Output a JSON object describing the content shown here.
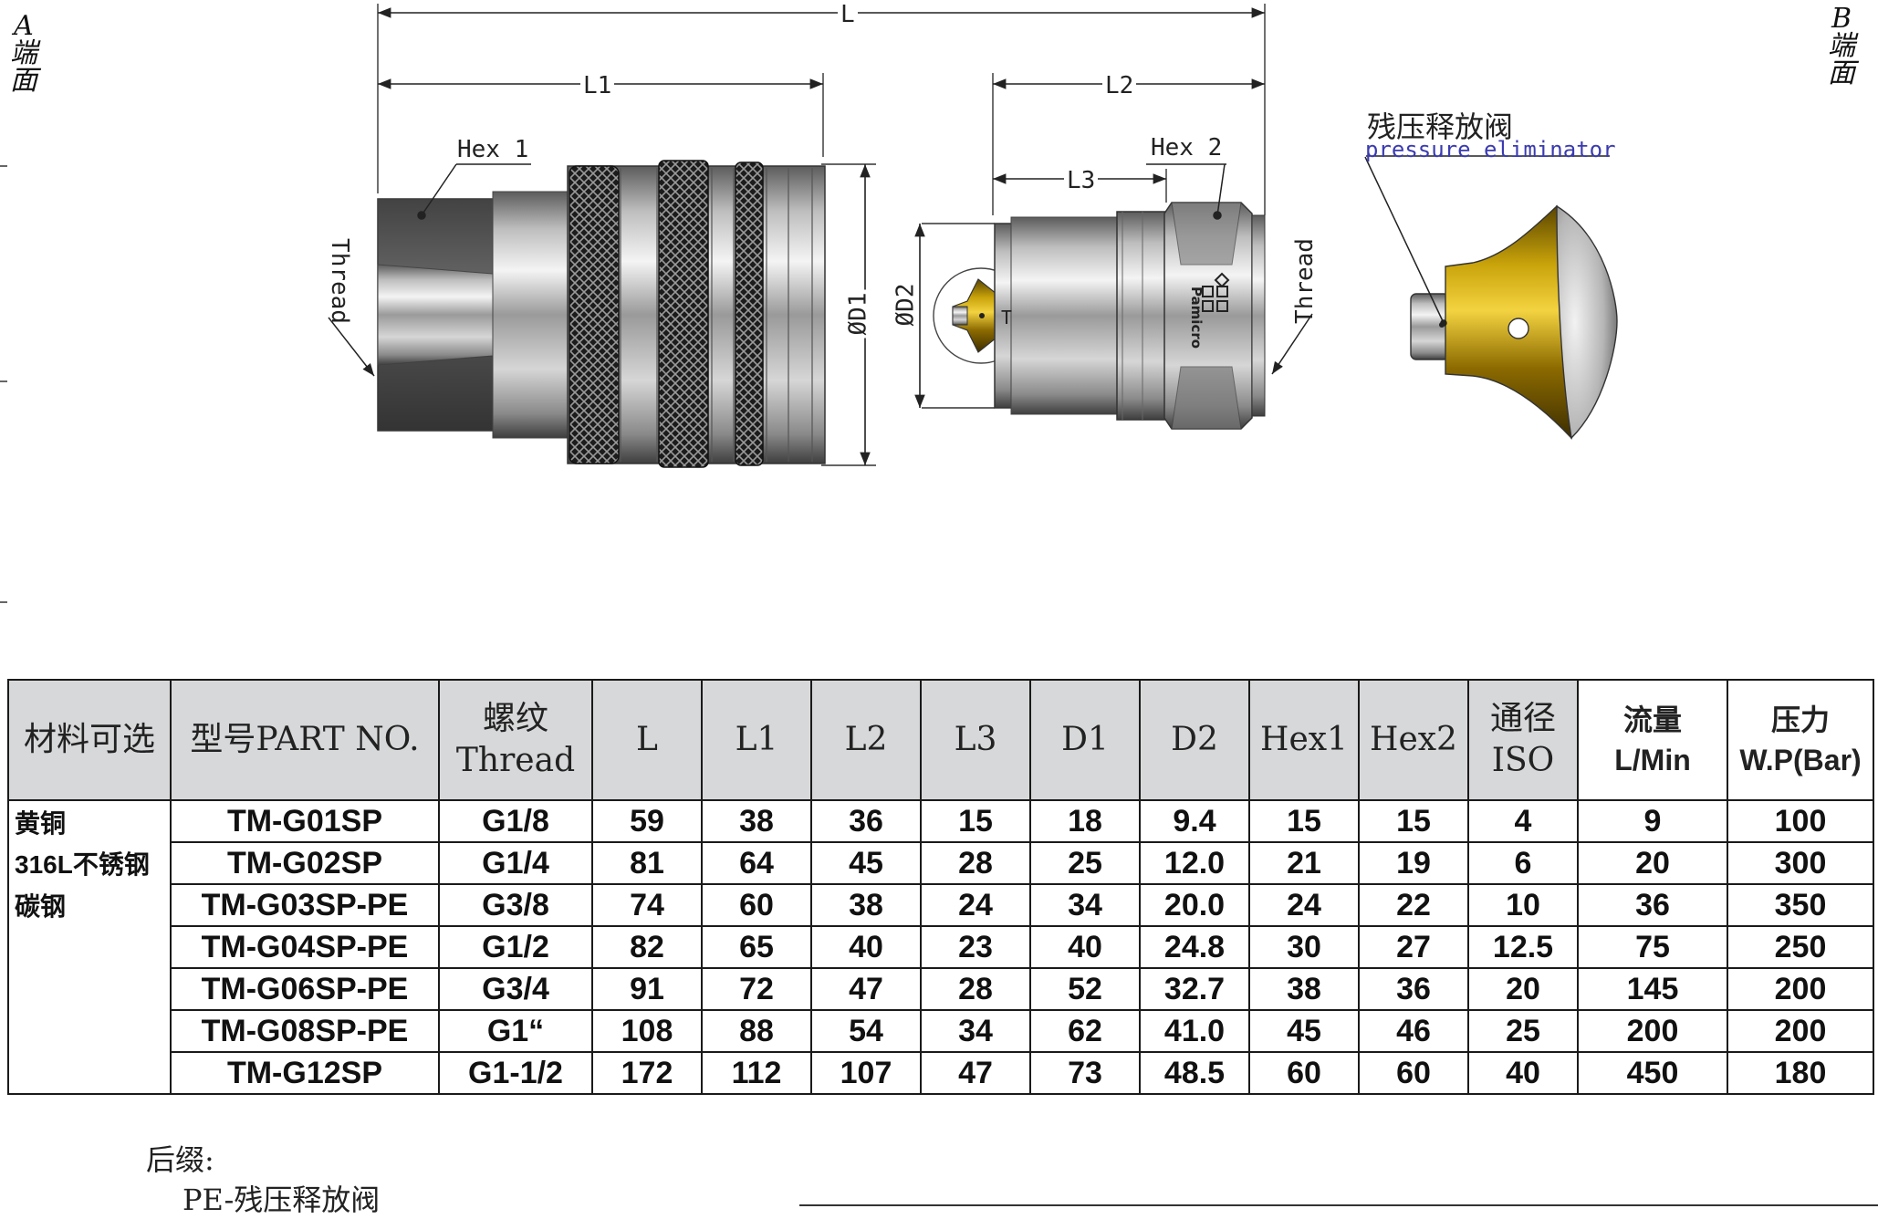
{
  "side_labels": {
    "a": "A端面",
    "b": "B端面"
  },
  "dims": {
    "L": "L",
    "L1": "L1",
    "L2": "L2",
    "L3": "L3",
    "D1": "ØD1",
    "D2": "ØD2",
    "hex1": "Hex 1",
    "hex2": "Hex 2",
    "thread": "Thread",
    "T": "T"
  },
  "pressure_eliminator": {
    "zh": "残压释放阀",
    "en": "pressure eliminator"
  },
  "logo_text": "Pamicro",
  "table": {
    "headers": {
      "material": "材料可选",
      "part_no": "型号PART NO.",
      "thread_zh": "螺纹",
      "thread_en": "Thread",
      "L": "L",
      "L1": "L1",
      "L2": "L2",
      "L3": "L3",
      "D1": "D1",
      "D2": "D2",
      "hex1": "Hex1",
      "hex2": "Hex2",
      "bore_zh": "通径",
      "bore_en": "ISO",
      "flow_zh": "流量",
      "flow_en": "L/Min",
      "pressure_zh": "压力",
      "pressure_en": "W.P(Bar)"
    },
    "materials": [
      "黄铜",
      "316L不锈钢",
      "碳钢",
      "",
      "",
      "",
      ""
    ],
    "rows": [
      [
        "TM-G01SP",
        "G1/8",
        "59",
        "38",
        "36",
        "15",
        "18",
        "9.4",
        "15",
        "15",
        "4",
        "9",
        "100"
      ],
      [
        "TM-G02SP",
        "G1/4",
        "81",
        "64",
        "45",
        "28",
        "25",
        "12.0",
        "21",
        "19",
        "6",
        "20",
        "300"
      ],
      [
        "TM-G03SP-PE",
        "G3/8",
        "74",
        "60",
        "38",
        "24",
        "34",
        "20.0",
        "24",
        "22",
        "10",
        "36",
        "350"
      ],
      [
        "TM-G04SP-PE",
        "G1/2",
        "82",
        "65",
        "40",
        "23",
        "40",
        "24.8",
        "30",
        "27",
        "12.5",
        "75",
        "250"
      ],
      [
        "TM-G06SP-PE",
        "G3/4",
        "91",
        "72",
        "47",
        "28",
        "52",
        "32.7",
        "38",
        "36",
        "20",
        "145",
        "200"
      ],
      [
        "TM-G08SP-PE",
        "G1“",
        "108",
        "88",
        "54",
        "34",
        "62",
        "41.0",
        "45",
        "46",
        "25",
        "200",
        "200"
      ],
      [
        "TM-G12SP",
        "G1-1/2",
        "172",
        "112",
        "107",
        "47",
        "73",
        "48.5",
        "60",
        "60",
        "40",
        "450",
        "180"
      ]
    ]
  },
  "suffix": {
    "title": "后缀:",
    "pe": "PE-残压释放阀"
  }
}
